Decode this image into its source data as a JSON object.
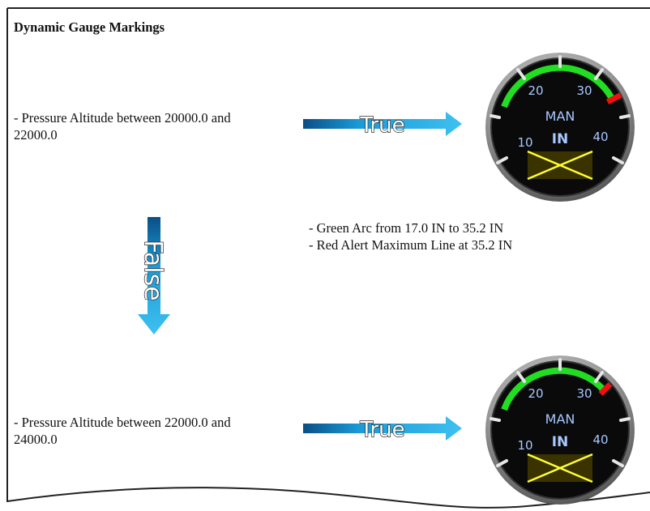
{
  "title": "Dynamic Gauge Markings",
  "condition_1": {
    "line1": "- Pressure Altitude between 20000.0 and",
    "line2": "22000.0"
  },
  "condition_2": {
    "line1": "- Pressure Altitude between 22000.0 and",
    "line2": "24000.0"
  },
  "arrows": {
    "true_label": "True",
    "false_label": "False"
  },
  "result": {
    "line1": "- Green Arc from 17.0 IN to 35.2 IN",
    "line2": "- Red Alert Maximum Line at 35.2 IN"
  },
  "gauge": {
    "tick_labels": [
      "10",
      "20",
      "30",
      "40"
    ],
    "label_top": "MAN",
    "label_bottom": "IN",
    "colors": {
      "arc": "#22dd22",
      "redline": "#ee1111",
      "face": "#0a0a0a",
      "bezel": "#9a9a9a",
      "text": "#a8c8ff",
      "flag_cross": "#ffff33",
      "arrow": "#1a9ad6"
    }
  }
}
